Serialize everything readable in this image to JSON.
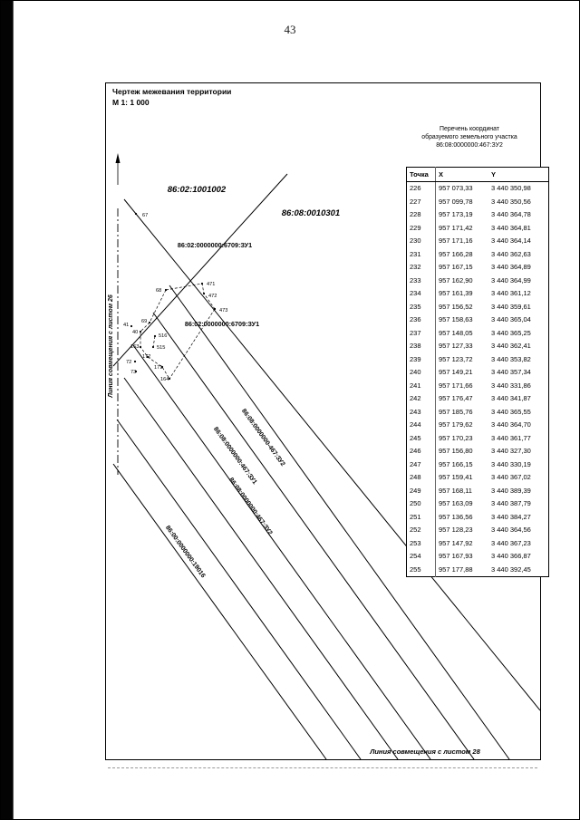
{
  "page": {
    "number": "43"
  },
  "drawing": {
    "title": "Чертеж межевания территории",
    "scale": "М 1: 1 000",
    "seam_left": "Линия совмещения с листом 26",
    "seam_bottom": "Линия совмещения с листом 28",
    "labels": {
      "quarter1": "86:02:1001002",
      "quarter2": "86:08:0010301",
      "parcel_6709_a": "86:02:0000000:6709:ЗУ1",
      "parcel_6709_b": "86:02:0000000:6709:ЗУ1",
      "strip1": "86:08:0000000-467:ЗУ2",
      "strip2": "86:08:0000000:467:ЗУ1",
      "strip3": "86:08:0000000:467:ЗУ2",
      "strip4": "86:00:0000000:19016"
    },
    "points": [
      "67",
      "68",
      "471",
      "472",
      "473",
      "69",
      "41",
      "40",
      "516",
      "163",
      "515",
      "172",
      "72",
      "171",
      "73",
      "164"
    ]
  },
  "table": {
    "title_lines": [
      "Перечень координат",
      "образуемого земельного участка",
      "86:08:0000000:467:ЗУ2"
    ],
    "columns": [
      "Точка",
      "X",
      "Y"
    ],
    "rows": [
      [
        "226",
        "957 073,33",
        "3 440 350,98"
      ],
      [
        "227",
        "957 099,78",
        "3 440 350,56"
      ],
      [
        "228",
        "957 173,19",
        "3 440 364,78"
      ],
      [
        "229",
        "957 171,42",
        "3 440 364,81"
      ],
      [
        "230",
        "957 171,16",
        "3 440 364,14"
      ],
      [
        "231",
        "957 166,28",
        "3 440 362,63"
      ],
      [
        "232",
        "957 167,15",
        "3 440 364,89"
      ],
      [
        "233",
        "957 162,90",
        "3 440 364,99"
      ],
      [
        "234",
        "957 161,39",
        "3 440 361,12"
      ],
      [
        "235",
        "957 156,52",
        "3 440 359,61"
      ],
      [
        "236",
        "957 158,63",
        "3 440 365,04"
      ],
      [
        "237",
        "957 148,05",
        "3 440 365,25"
      ],
      [
        "238",
        "957 127,33",
        "3 440 362,41"
      ],
      [
        "239",
        "957 123,72",
        "3 440 353,82"
      ],
      [
        "240",
        "957 149,21",
        "3 440 357,34"
      ],
      [
        "241",
        "957 171,66",
        "3 440 331,86"
      ],
      [
        "242",
        "957 176,47",
        "3 440 341,87"
      ],
      [
        "243",
        "957 185,76",
        "3 440 365,55"
      ],
      [
        "244",
        "957 179,62",
        "3 440 364,70"
      ],
      [
        "245",
        "957 170,23",
        "3 440 361,77"
      ],
      [
        "246",
        "957 156,80",
        "3 440 327,30"
      ],
      [
        "247",
        "957 166,15",
        "3 440 330,19"
      ],
      [
        "248",
        "957 159,41",
        "3 440 367,02"
      ],
      [
        "249",
        "957 168,11",
        "3 440 389,39"
      ],
      [
        "250",
        "957 163,09",
        "3 440 387,79"
      ],
      [
        "251",
        "957 136,56",
        "3 440 384,27"
      ],
      [
        "252",
        "957 128,23",
        "3 440 364,56"
      ],
      [
        "253",
        "957 147,92",
        "3 440 367,23"
      ],
      [
        "254",
        "957 167,93",
        "3 440 366,87"
      ],
      [
        "255",
        "957 177,88",
        "3 440 392,45"
      ]
    ]
  }
}
